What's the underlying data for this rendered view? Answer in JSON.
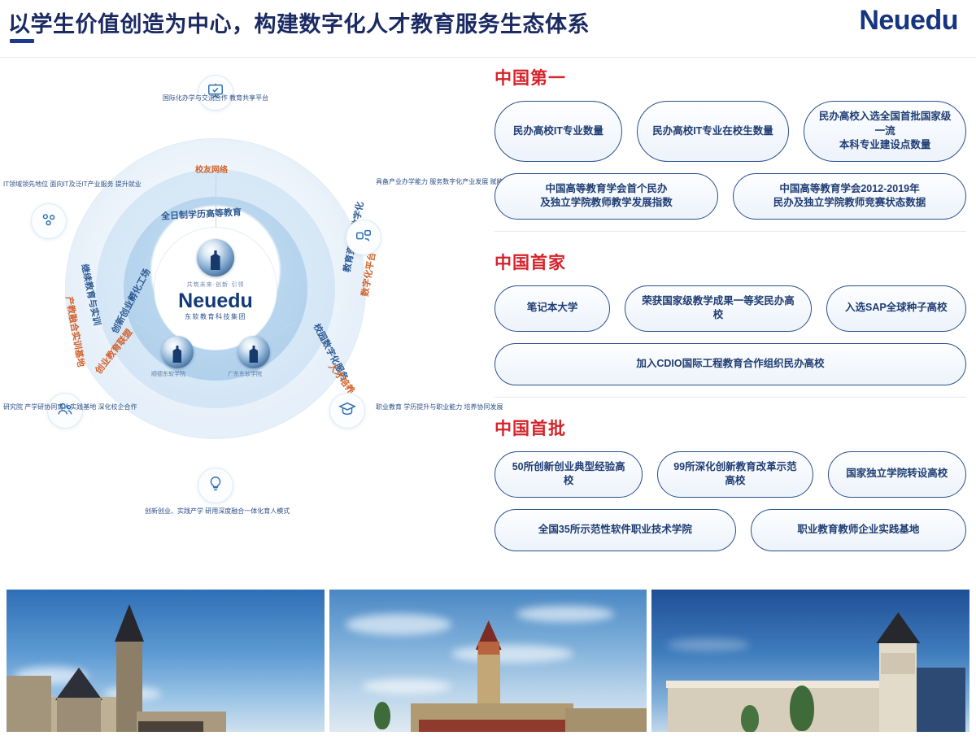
{
  "header": {
    "title": "以学生价值创造为中心，构建数字化人才教育服务生态体系",
    "brand": "Neuedu"
  },
  "diagram": {
    "center": {
      "emblem_caption": "共筑未来·创新·引领",
      "brand": "Neuedu",
      "brand_sub": "东软教育科技集团",
      "sub_left_caption": "顺德东软学院",
      "sub_right_caption": "广东东软学院"
    },
    "rings": {
      "outer_top_label": "校友网络",
      "inner_top_label": "全日制学历高等教育",
      "left_arc": "继续教育与实训",
      "right_arc": "教育资源与数字化",
      "bottom_left_arc": "创新创业孵化工场",
      "bottom_right_arc": "校园数字化服务",
      "bottom_left_outer": "创业教育联盟",
      "bottom_right_outer": "人才培养",
      "left_outer": "产教融合实训基地",
      "right_outer": "数字化平台"
    },
    "nodes": [
      {
        "icon": "presentation-icon",
        "label": "国际化办学与交流合作\n教育共享平台"
      },
      {
        "icon": "code-icon",
        "label": "具备产业办学能力\n服务数字化产业发展\n赋能教育新模式"
      },
      {
        "icon": "graduation-icon",
        "label": "职业教育\n学历提升与职业能力\n培养协同发展"
      },
      {
        "icon": "lightbulb-icon",
        "label": "创新创业、实践产学\n研用深度融合一体化育人模式"
      },
      {
        "icon": "people-icon",
        "label": "研究院\n产学研协同育人实践基地\n深化校企合作"
      },
      {
        "icon": "nodes-icon",
        "label": "IT领域领先地位\n面向IT及泛IT产业服务\n提升就业"
      }
    ]
  },
  "sections": [
    {
      "title": "中国第一",
      "rows": [
        [
          {
            "text": "民办高校IT专业数量",
            "flex": 1.0
          },
          {
            "text": "民办高校IT专业在校生数量",
            "flex": 1.25
          },
          {
            "text": "民办高校入选全国首批国家级一流\n本科专业建设点数量",
            "flex": 1.35
          }
        ],
        [
          {
            "text": "中国高等教育学会首个民办\n及独立学院教师教学发展指数",
            "flex": 1.0
          },
          {
            "text": "中国高等教育学会2012-2019年\n民办及独立学院教师竞赛状态数据",
            "flex": 1.05
          }
        ]
      ]
    },
    {
      "title": "中国首家",
      "rows": [
        [
          {
            "text": "笔记本大学",
            "flex": 0.72
          },
          {
            "text": "荣获国家级教学成果一等奖民办高校",
            "flex": 1.3
          },
          {
            "text": "入选SAP全球种子高校",
            "flex": 0.92
          }
        ],
        [
          {
            "text": "加入CDIO国际工程教育合作组织民办高校",
            "flex": 1.22
          }
        ]
      ]
    },
    {
      "title": "中国首批",
      "rows": [
        [
          {
            "text": "50所创新创业典型经验高校",
            "flex": 1.0
          },
          {
            "text": "99所深化创新教育改革示范高校",
            "flex": 1.06
          },
          {
            "text": "国家独立学院转设高校",
            "flex": 0.92
          }
        ],
        [
          {
            "text": "全国35所示范性软件职业技术学院",
            "flex": 1.0
          },
          {
            "text": "职业教育教师企业实践基地",
            "flex": 0.88
          }
        ]
      ]
    }
  ],
  "photos": [
    {
      "name": "campus-photo-1",
      "alt": "校园钟楼建筑"
    },
    {
      "name": "campus-photo-2",
      "alt": "校园钟楼正面"
    },
    {
      "name": "campus-photo-3",
      "alt": "校园教学楼与钟楼"
    }
  ]
}
